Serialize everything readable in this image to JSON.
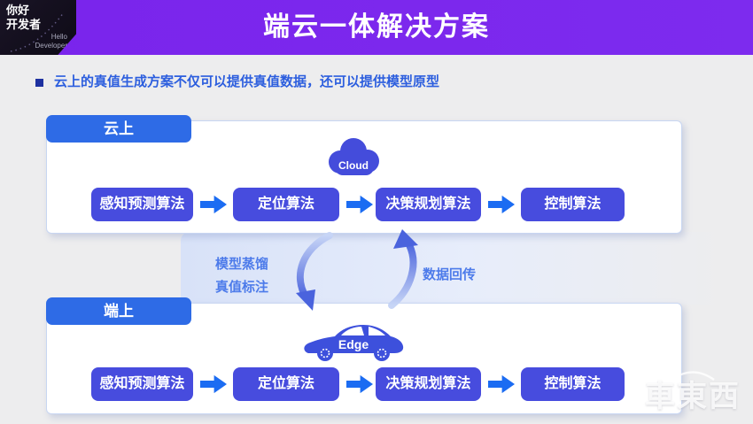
{
  "header": {
    "title": "端云一体解决方案",
    "logo": {
      "line1": "你好",
      "line2": "开发者",
      "sub1": "Hello",
      "sub2": "Developer"
    }
  },
  "bullet": {
    "text": "云上的真值生成方案不仅可以提供真值数据，还可以提供模型原型"
  },
  "cloud_section": {
    "tab": "云上",
    "icon_label": "Cloud",
    "boxes": [
      "感知预测算法",
      "定位算法",
      "决策规划算法",
      "控制算法"
    ]
  },
  "edge_section": {
    "tab": "端上",
    "icon_label": "Edge",
    "boxes": [
      "感知预测算法",
      "定位算法",
      "决策规划算法",
      "控制算法"
    ]
  },
  "cycle": {
    "down_label_1": "模型蒸馏",
    "down_label_2": "真值标注",
    "up_label": "数据回传"
  },
  "watermark": "車東西",
  "colors": {
    "header_purple": "#7b26ec",
    "tab_blue": "#2e6be6",
    "box_indigo": "#474cde",
    "flow_arrow_blue": "#1b6cf2",
    "bullet_text_blue": "#2c5ede",
    "cycle_label_blue": "#4d7bea",
    "background_gray": "#ededee",
    "panel_border": "#c8d6f2"
  }
}
